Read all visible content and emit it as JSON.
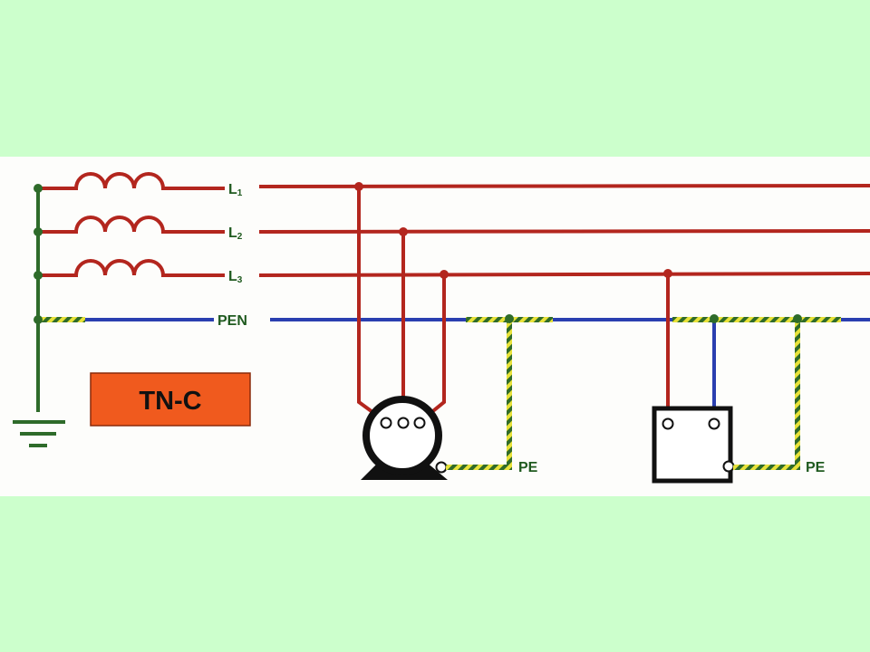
{
  "labels": {
    "l1": "L",
    "l1_sub": "1",
    "l2": "L",
    "l2_sub": "2",
    "l3": "L",
    "l3_sub": "3",
    "pen": "PEN",
    "pe_motor": "PE",
    "pe_load": "PE",
    "system_badge": "TN-C"
  },
  "colors": {
    "page_background": "#ccffcc",
    "panel_background": "#fdfdfb",
    "phase_conductor": "#b3261e",
    "pen_conductor": "#2a3fb0",
    "earth_conductor": "#2e6b2a",
    "pe_stripe_yellow": "#e8e23a",
    "pe_stripe_green": "#2f6b2a",
    "label_text": "#1f5a1f",
    "badge_fill": "#f05a1e",
    "badge_text": "#111111",
    "equipment_outline": "#111111"
  },
  "icons": {
    "ground": "ground-symbol-icon",
    "transformer": "transformer-winding-icon",
    "motor": "three-phase-motor-icon",
    "load": "single-phase-load-box-icon"
  }
}
